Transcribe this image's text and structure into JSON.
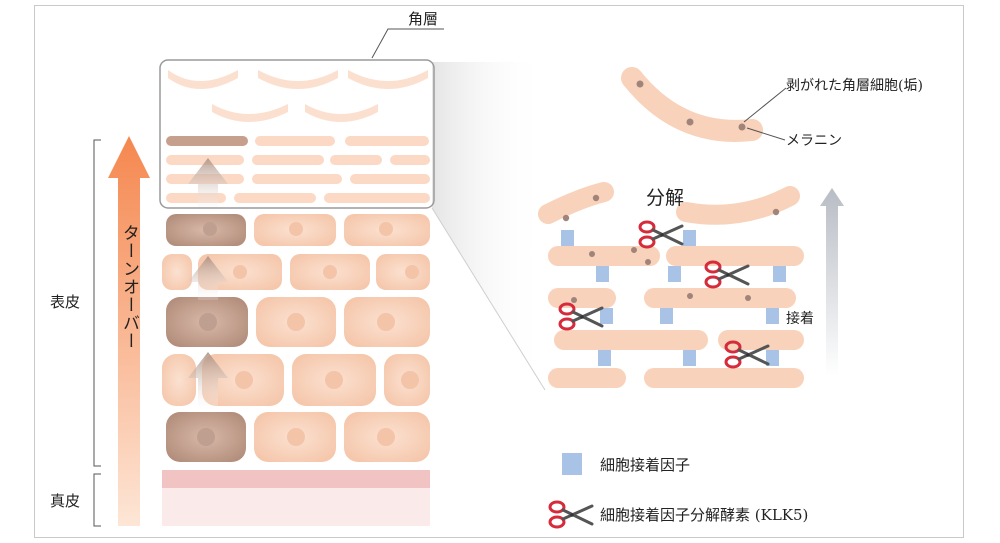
{
  "labels": {
    "stratum_corneum": "角層",
    "epidermis": "表皮",
    "dermis": "真皮",
    "turnover": "ターンオーバー",
    "shed_cells": "剥がれた角層細胞(垢)",
    "melanin": "メラニン",
    "decompose": "分解",
    "adhesion": "接着"
  },
  "legend": {
    "adhesion_factor": "細胞接着因子",
    "enzyme": "細胞接着因子分解酵素 (KLK5)"
  },
  "colors": {
    "cell": "#f8d2ba",
    "cell_dark": "#c9a391",
    "dermis": "#f1c3c3",
    "arrow_orange": "#f5874f",
    "adhesion_blue": "#a9c3e6",
    "scissors_red": "#d62b3a",
    "decompose_red": "#c8283c"
  },
  "icons": [
    "scissors-icon",
    "up-arrow-icon"
  ]
}
